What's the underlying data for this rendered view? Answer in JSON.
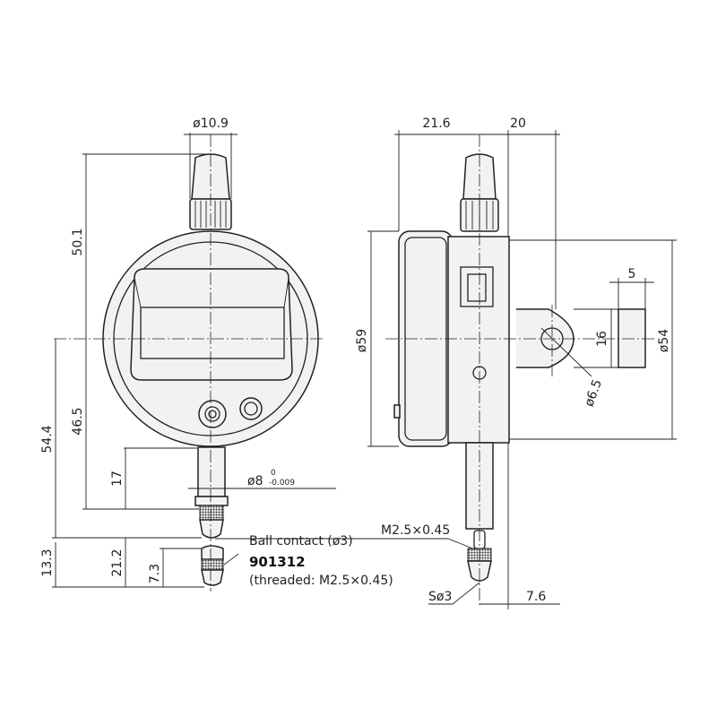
{
  "front_view": {
    "dim_cap_diameter": "ø10.9",
    "dim_cap_height": "50.1",
    "dim_total_lower": "54.4",
    "dim_center_to_stem_end": "46.5",
    "dim_stem_length": "17",
    "dim_stem_diameter": "ø8",
    "dim_stem_tol_upper": "0",
    "dim_stem_tol_lower": "-0.009",
    "dim_contact_length": "13.3",
    "dim_contact_offset": "21.2",
    "dim_ball_length": "7.3"
  },
  "ball_contact": {
    "label": "Ball contact (ø3)",
    "part_number": "901312",
    "note": "(threaded: M2.5×0.45)"
  },
  "side_view": {
    "dim_front_depth": "21.6",
    "dim_back_depth": "20",
    "dim_diameter": "ø59",
    "dim_lug_height": "16",
    "dim_lug_thickness": "5",
    "dim_lug_span": "ø54",
    "dim_lug_hole": "ø6.5",
    "dim_thread": "M2.5×0.45",
    "dim_ball": "Sø3",
    "dim_tip_offset": "7.6"
  }
}
